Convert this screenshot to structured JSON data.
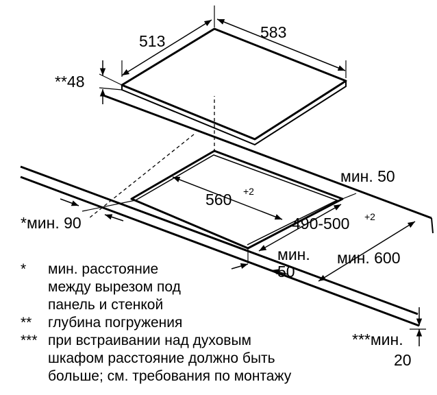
{
  "dimensions": {
    "width_513": "513",
    "length_583": "583",
    "height_48": "**48",
    "cutout_560": "560",
    "cutout_560_sup": "+2",
    "cutout_490_500": "490-500",
    "cutout_490_500_sup": "+2",
    "min_50_back": "мин. 50",
    "min_90_wall": "*мин. 90",
    "min_50_front_a": "мин.",
    "min_50_front_b": "50",
    "min_600": "мин. 600",
    "min_20_a": "***мин.",
    "min_20_b": "20"
  },
  "legend": [
    {
      "mark": "*",
      "text": "мин. расстояние"
    },
    {
      "mark": "",
      "text": "между вырезом под"
    },
    {
      "mark": "",
      "text": "панель и стенкой"
    },
    {
      "mark": "**",
      "text": "глубина погружения"
    },
    {
      "mark": "***",
      "text": "при встраивании над духовым"
    },
    {
      "mark": "",
      "text": "шкафом расстояние должно быть"
    },
    {
      "mark": "",
      "text": "больше; см. требования по монтажу"
    }
  ]
}
